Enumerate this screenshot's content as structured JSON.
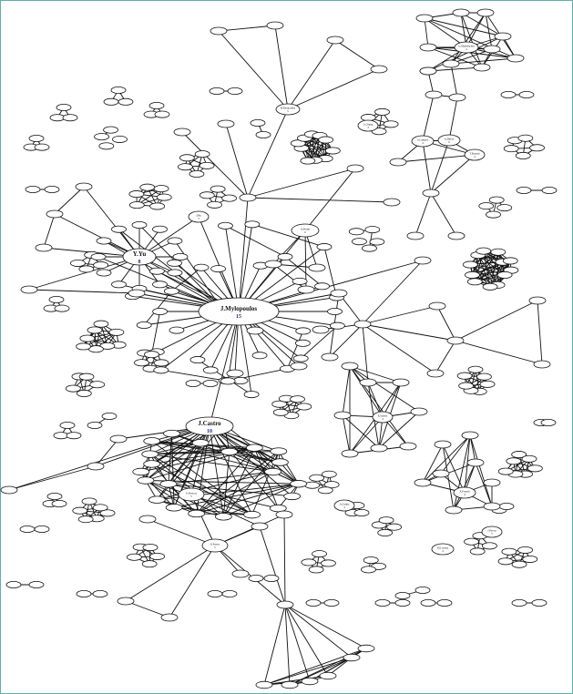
{
  "graph": {
    "labeled_nodes": [
      {
        "id": "mylopoulos",
        "name": "J.Mylopoulos",
        "value": "15"
      },
      {
        "id": "castro",
        "name": "J.Castro",
        "value": "10"
      },
      {
        "id": "yu",
        "name": "Y.Yu",
        "value": "8"
      },
      {
        "id": "perini",
        "name": "A.Perini",
        "value": "6"
      },
      {
        "id": "pastor",
        "name": "O.Pastor",
        "value": "5"
      },
      {
        "id": "alencar",
        "name": "F.Alencar",
        "value": "5"
      },
      {
        "id": "mouratidis",
        "name": "H.Mouratidis",
        "value": "5"
      },
      {
        "id": "mussbacher",
        "name": "G.Mussbacher",
        "value": "4"
      },
      {
        "id": "campos",
        "name": "S.Campos",
        "value": "4"
      },
      {
        "id": "dutoit",
        "name": "A.Dutoit",
        "value": "6"
      },
      {
        "id": "rausch",
        "name": "T.Rausch",
        "value": "4"
      },
      {
        "id": "cunha",
        "name": "A.Cunha",
        "value": "3"
      },
      {
        "id": "franch",
        "name": "X.Franch",
        "value": "4"
      },
      {
        "id": "lucena",
        "name": "M.Lucena",
        "value": "4"
      },
      {
        "id": "pavon",
        "name": "J.Pavon",
        "value": "5"
      },
      {
        "id": "chung",
        "name": "L.Chung",
        "value": "3"
      },
      {
        "id": "hu",
        "name": "J.Hu",
        "value": "3"
      },
      {
        "id": "santos",
        "name": "E.Santos",
        "value": "4"
      }
    ]
  }
}
